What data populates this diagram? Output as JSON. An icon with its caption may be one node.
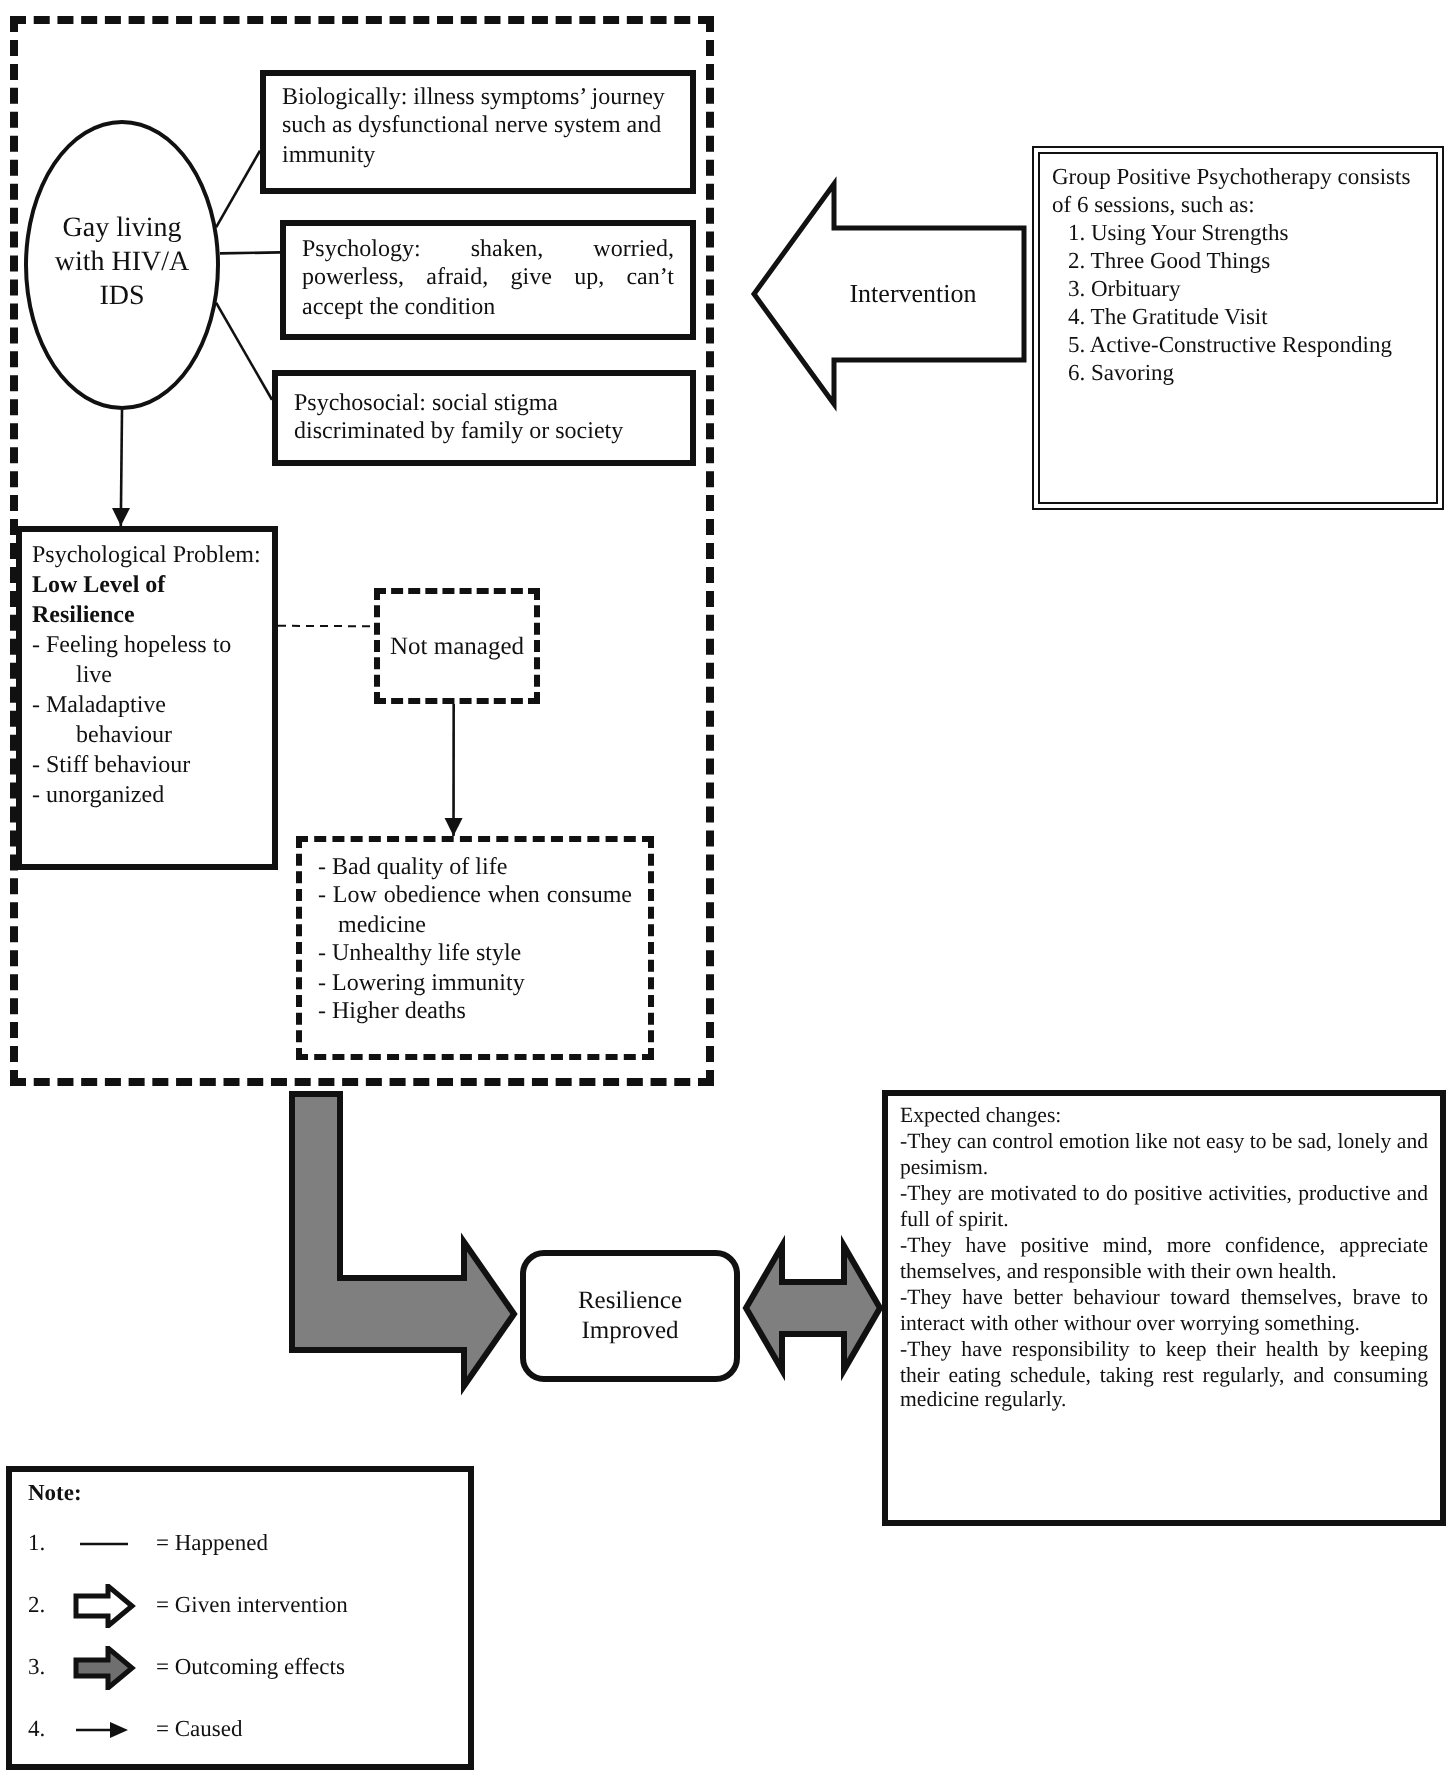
{
  "diagram": {
    "nodes": [
      {
        "text": [],
        "shape": "box"
      },
      {
        "text": [
          "Gay living with HIV/A IDS"
        ],
        "in": 0
      },
      {
        "text": [
          "Biologically: illness symptoms’ journey such as dysfunctional nerve system and immunity"
        ],
        "in": 0
      },
      {
        "text": [
          "Psychology: shaken, worried, powerless, afraid, give up, can’t accept the condition"
        ],
        "in": 0
      },
      {
        "text": [
          "Psychosocial: social stigma discriminated by family or society"
        ],
        "in": 0
      },
      {
        "text": [
          "Psychological Problem: **Low Level of Resilience**",
          "- Feeling hopeless to live",
          "- Maladaptive behaviour",
          "- Stiff behaviour",
          "- unorganized"
        ],
        "in": 0
      },
      {
        "text": [
          "Not managed"
        ],
        "in": 0
      },
      {
        "text": [
          "- Bad quality of life",
          "- Low obedience when consume medicine",
          "- Unhealthy life style",
          "- Lowering immunity",
          "- Higher deaths"
        ],
        "in": 0
      },
      {
        "text": [
          "Group Positive Psychotherapy consists of 6 sessions, such as:",
          "1. Using Your Strengths",
          "2. Three Good Things",
          "3. Orbituary",
          "4. The Gratitude Visit",
          "5. Active-Constructive Responding",
          "6. Savoring"
        ]
      },
      {
        "text": [
          "Resilience Improved"
        ]
      },
      {
        "text": [
          "Expected changes:",
          "-They can control emotion like not easy to be sad, lonely and pesimism.",
          "-They are motivated to do positive activities, productive and full of spirit.",
          "-They have positive mind, more confidence, appreciate themselves, and responsible with their own health.",
          "-They have better behaviour toward themselves, brave to interact with other withour over worrying something.",
          "-They have responsibility to keep their health by keeping their eating schedule, taking rest regularly, and consuming medicine regularly."
        ]
      }
    ],
    "edges": [
      {
        "from": 1,
        "to": 2,
        "arrow": "none"
      },
      {
        "from": 1,
        "to": 3,
        "arrow": "none"
      },
      {
        "from": 1,
        "to": 4,
        "arrow": "none"
      },
      {
        "from": 1,
        "to": 5,
        "arrow": "to"
      },
      {
        "from": 5,
        "to": 6,
        "arrow": "none",
        "style": "dashed"
      },
      {
        "from": 6,
        "to": 7,
        "arrow": "to"
      },
      {
        "from": 8,
        "to": 0,
        "arrow": "to",
        "style": "thick",
        "label": "Intervention"
      },
      {
        "from": 0,
        "to": 9,
        "arrow": "to",
        "style": "thick",
        "color": "#7f7f7f"
      },
      {
        "from": 9,
        "to": 10,
        "arrow": "both",
        "style": "thick",
        "color": "#7f7f7f"
      }
    ],
    "labels": [
      "Note:",
      "1.",
      "2.",
      "3.",
      "4."
    ],
    "legend": [
      {
        "text": "= Happened"
      },
      {
        "text": "= Given intervention"
      },
      {
        "text": "= Outcoming effects"
      },
      {
        "text": "= Caused"
      }
    ]
  }
}
